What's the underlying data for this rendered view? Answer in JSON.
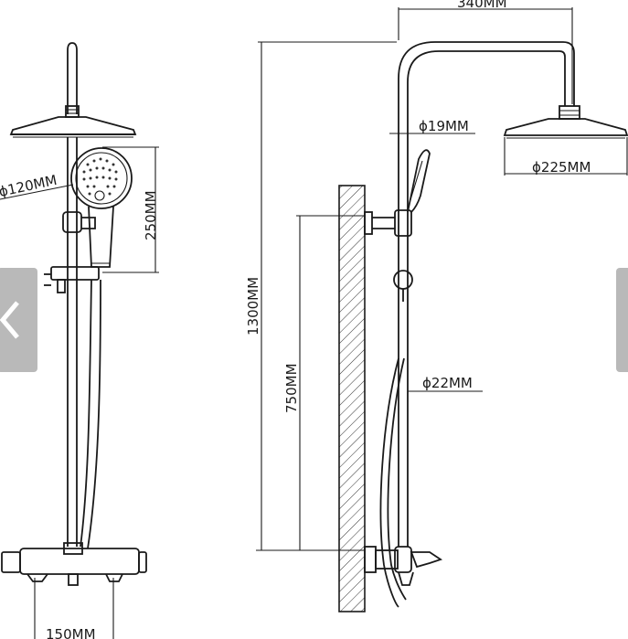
{
  "labels": {
    "top_width": "340MM",
    "head_diameter": "ϕ225MM",
    "upper_pipe": "ϕ19MM",
    "lower_pipe": "ϕ22MM",
    "total_height": "1300MM",
    "outlet_height": "750MM",
    "hand_shower_diameter": "ϕ120MM",
    "hand_shower_length": "250MM",
    "mixer_spacing": "150MM"
  },
  "nav": {
    "prev_icon": "chevron-left-icon",
    "next_icon": "chevron-right-icon"
  }
}
